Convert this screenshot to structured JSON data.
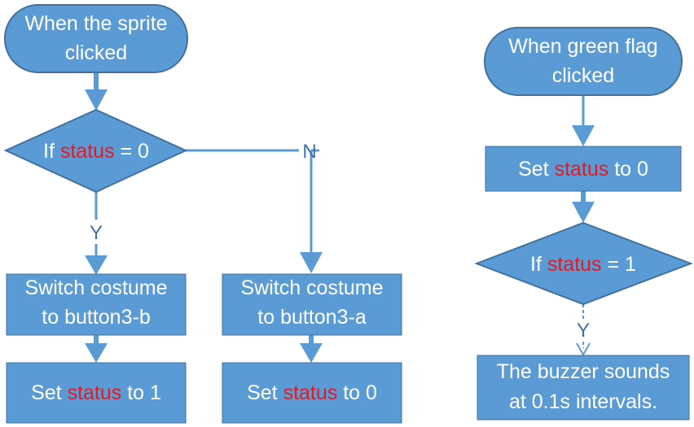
{
  "colors": {
    "node_fill": "#5b9bd5",
    "node_stroke": "#41719c",
    "text": "#ffffff",
    "highlight": "#e8191e",
    "label": "#3b6fa8"
  },
  "left_flow": {
    "start": {
      "line1": "When the sprite",
      "line2": "clicked"
    },
    "decision": {
      "prefix": "If ",
      "var": "status",
      "suffix": " = 0"
    },
    "yes_label": "Y",
    "no_label": "N",
    "yes_action": {
      "line1": "Switch costume",
      "line2": "to button3-b"
    },
    "yes_set": {
      "prefix": "Set ",
      "var": "status",
      "suffix": " to 1"
    },
    "no_action": {
      "line1": "Switch costume",
      "line2": "to button3-a"
    },
    "no_set": {
      "prefix": "Set ",
      "var": "status",
      "suffix": " to 0"
    }
  },
  "right_flow": {
    "start": {
      "line1": "When green flag",
      "line2": "clicked"
    },
    "init": {
      "prefix": "Set ",
      "var": "status",
      "suffix": " to 0"
    },
    "decision": {
      "prefix": "If ",
      "var": "status",
      "suffix": " = 1"
    },
    "yes_label": "Y",
    "action": {
      "line1": "The buzzer sounds",
      "line2": "at 0.1s intervals."
    }
  }
}
